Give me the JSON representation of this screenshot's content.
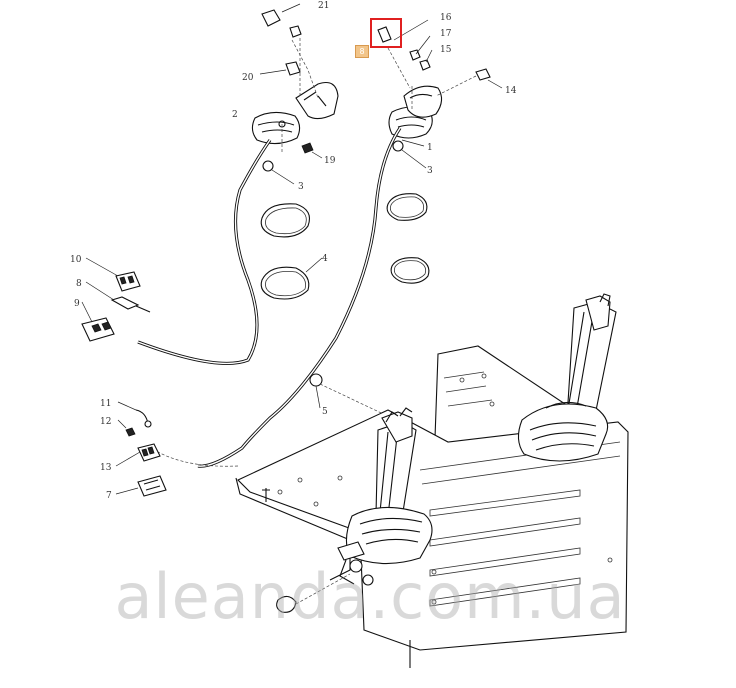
{
  "diagram": {
    "callouts": [
      "21",
      "16",
      "17",
      "15",
      "20",
      "14",
      "2",
      "19",
      "1",
      "3",
      "3",
      "4",
      "10",
      "8",
      "9",
      "5",
      "11",
      "12",
      "13",
      "7"
    ],
    "badge_text": "8",
    "watermark": "aleanda.com.ua",
    "highlight_color": "#e02020",
    "badge_color": "#f2c58a"
  }
}
